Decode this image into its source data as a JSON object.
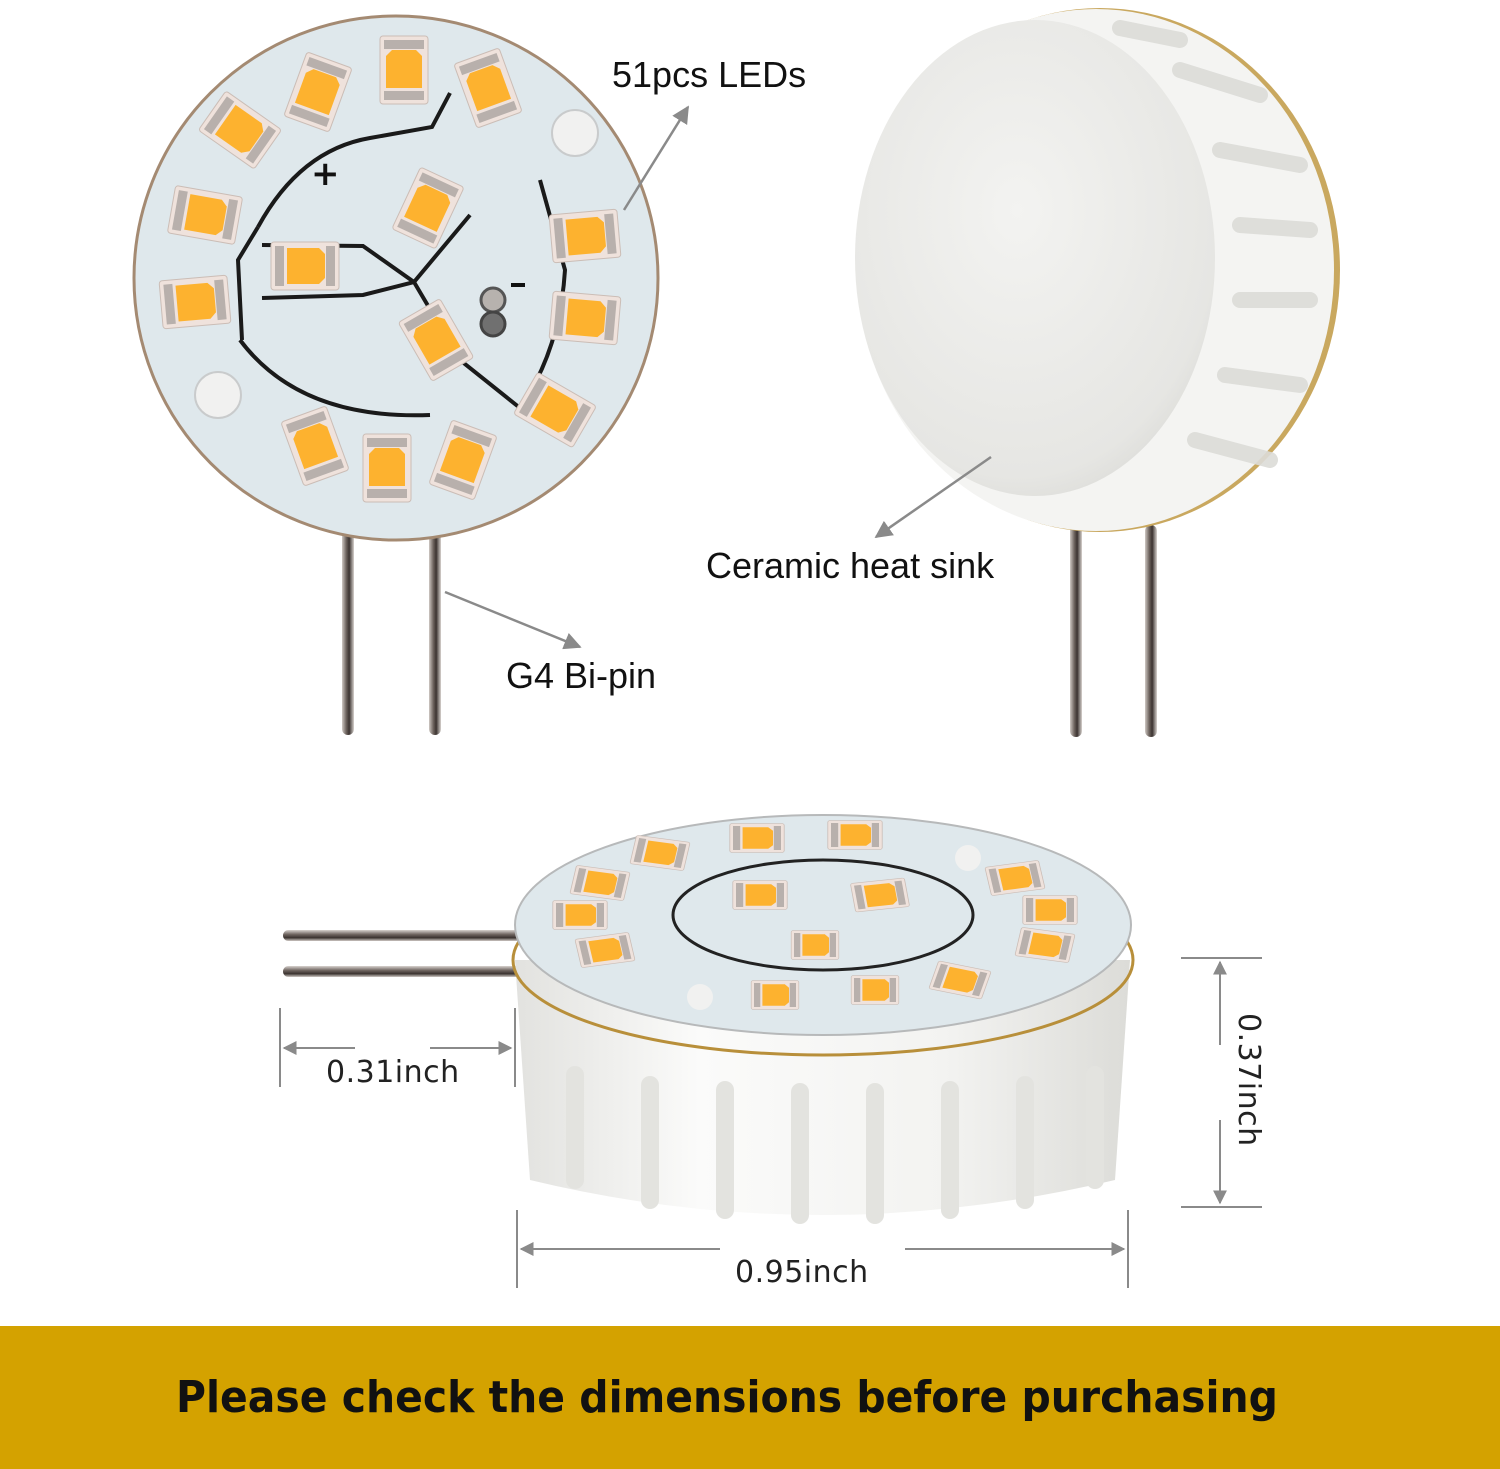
{
  "product_views": {
    "front_view": {
      "description": "Round PCB with yellow SMD LEDs, G4 bi-pins",
      "polarity_plus": "+",
      "polarity_minus": "-"
    },
    "back_view": {
      "description": "White ceramic heat sink with fins, G4 bi-pins"
    },
    "side_view": {
      "description": "Angled view of bulb showing LEDs and ceramic body"
    }
  },
  "annotations": {
    "leds": "51pcs LEDs",
    "heat_sink": "Ceramic heat sink",
    "pins": "G4 Bi-pin"
  },
  "dimensions": {
    "pin_length": "0.31inch",
    "height": "0.37inch",
    "diameter": "0.95inch"
  },
  "banner": {
    "text": "Please check the dimensions before purchasing",
    "color": "#D4A200"
  },
  "colors": {
    "led_yellow": "#FDB22F",
    "pcb": "#DCE6EA",
    "ceramic": "#EDEDEA",
    "arrow": "#8A8A8A"
  }
}
